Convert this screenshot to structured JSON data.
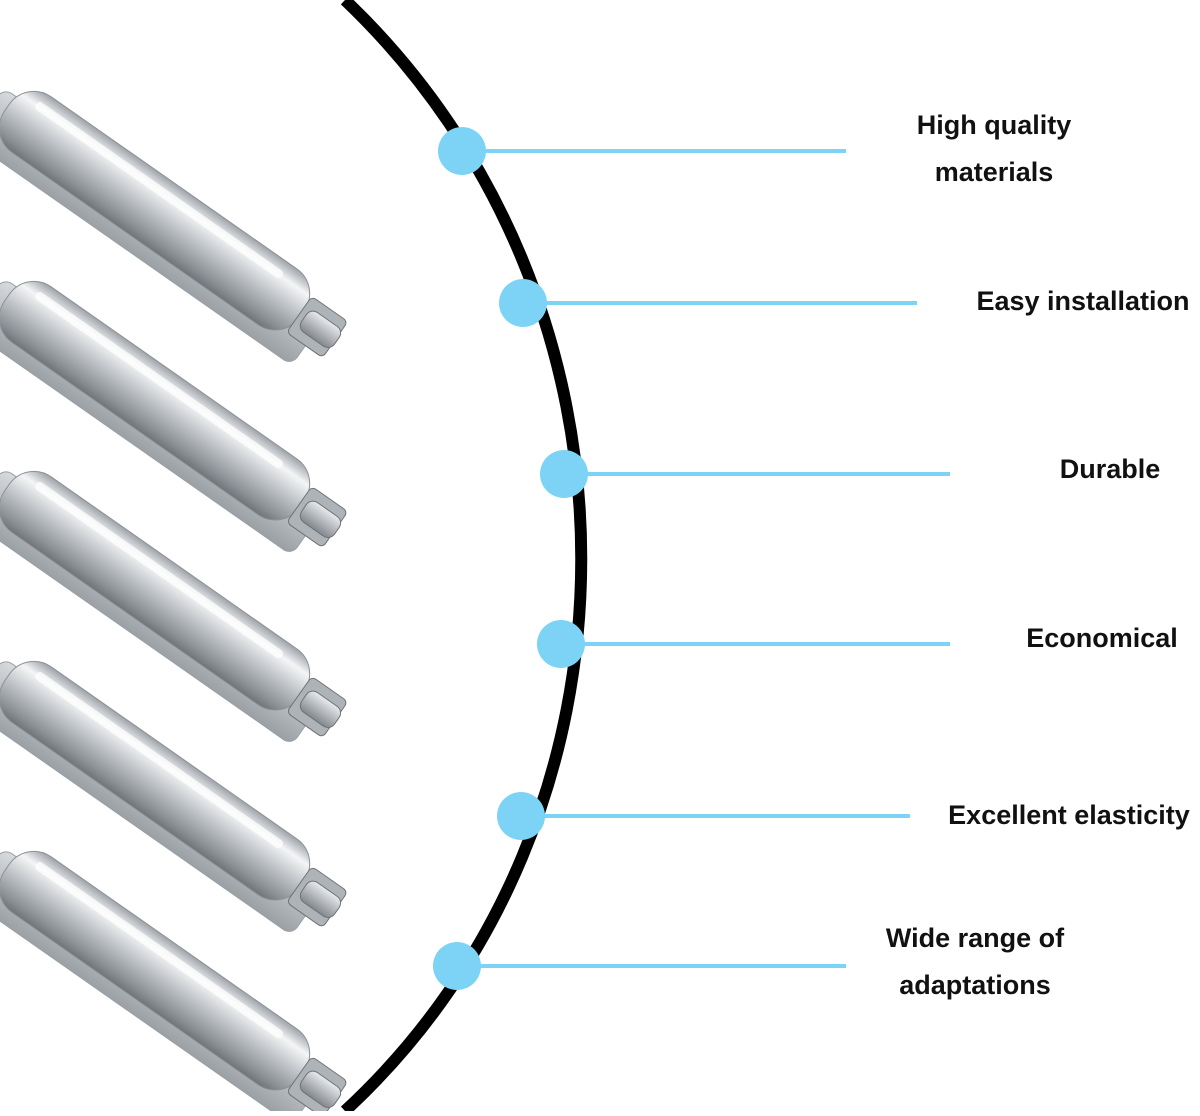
{
  "colors": {
    "background": "#ffffff",
    "arc": "#000000",
    "accent": "#7dd3f5",
    "text": "#111111",
    "product_body": "#bfc3c8"
  },
  "products": [
    {
      "name": "push-latch"
    },
    {
      "name": "push-latch"
    },
    {
      "name": "push-latch"
    },
    {
      "name": "push-latch"
    },
    {
      "name": "push-latch"
    }
  ],
  "features": [
    {
      "lines": [
        "High quality",
        "materials"
      ]
    },
    {
      "lines": [
        "Easy installation"
      ]
    },
    {
      "lines": [
        "Durable"
      ]
    },
    {
      "lines": [
        "Economical"
      ]
    },
    {
      "lines": [
        "Excellent elasticity"
      ]
    },
    {
      "lines": [
        "Wide range of",
        "adaptations"
      ]
    }
  ]
}
